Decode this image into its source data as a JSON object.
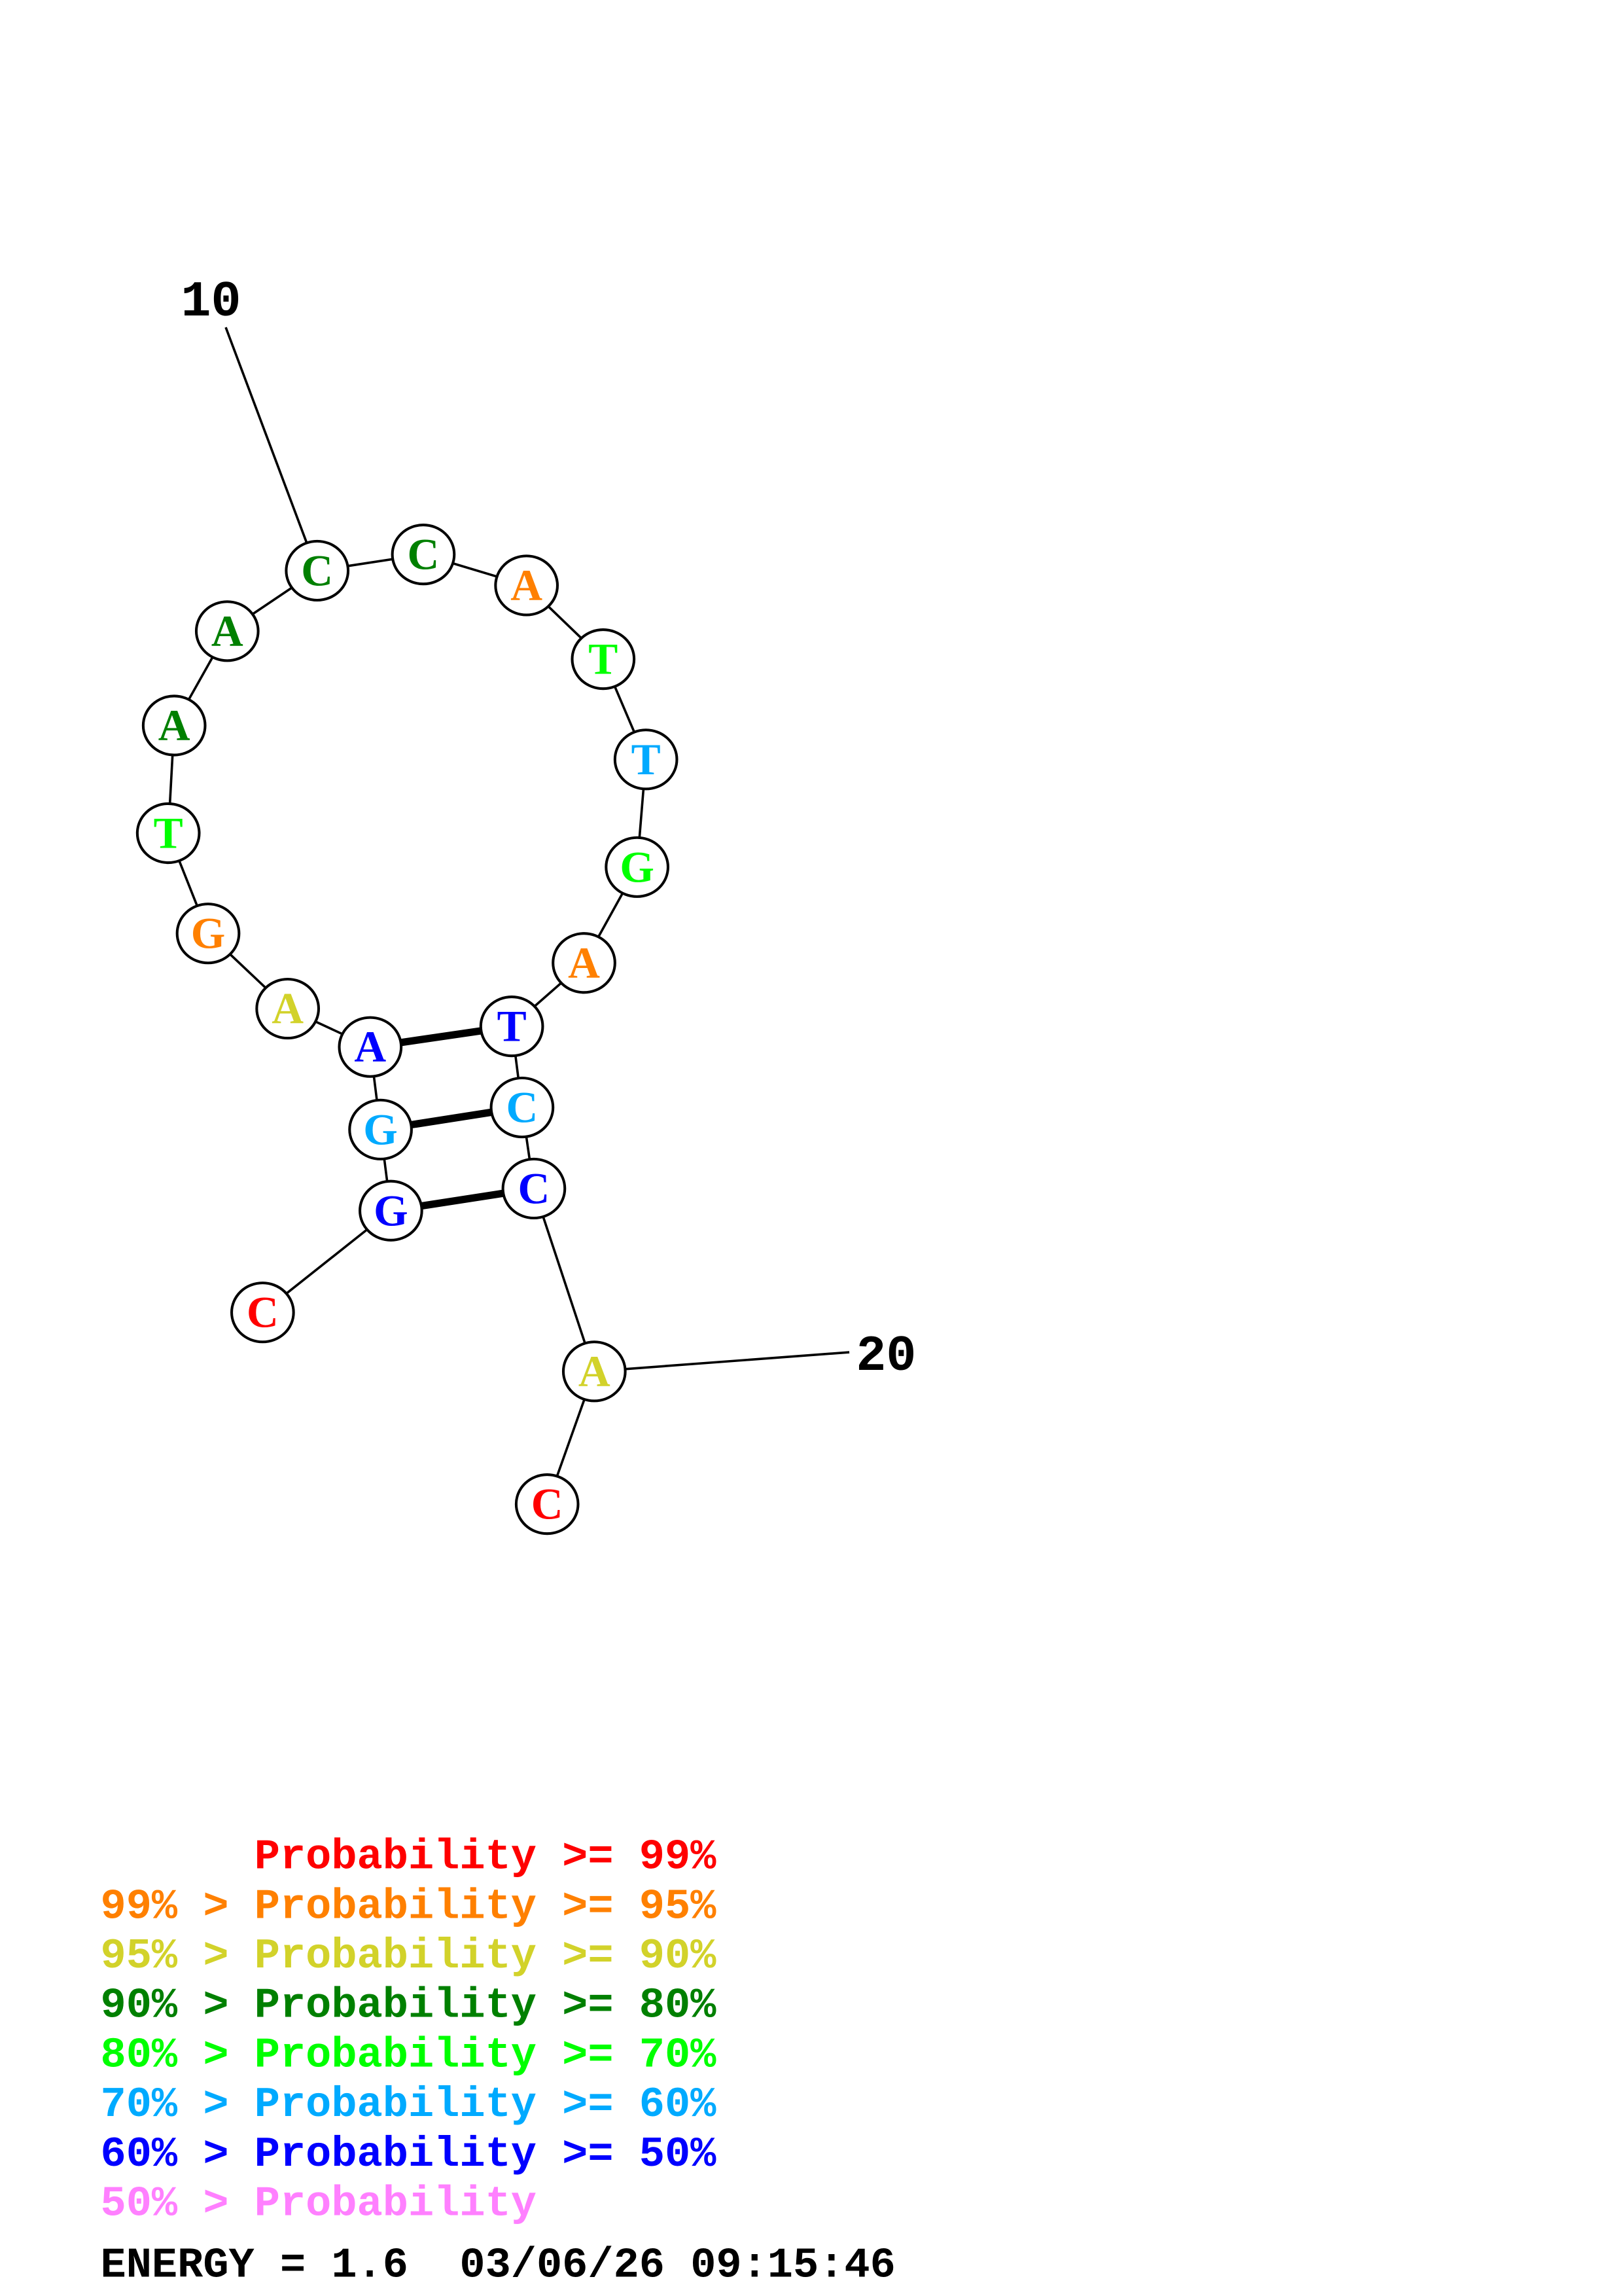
{
  "structure": {
    "sequence": [
      "C",
      "G",
      "G",
      "A",
      "A",
      "G",
      "T",
      "A",
      "A",
      "C",
      "C",
      "A",
      "T",
      "T",
      "G",
      "A",
      "T",
      "C",
      "C",
      "A",
      "C"
    ],
    "probability_bins": [
      "p99",
      "p50",
      "p60",
      "p50",
      "p90",
      "p95",
      "p70",
      "p80",
      "p80",
      "p80",
      "p80",
      "p95",
      "p70",
      "p60",
      "p70",
      "p95",
      "p50",
      "p60",
      "p50",
      "p90",
      "p99"
    ],
    "pairs": [
      [
        4,
        17
      ],
      [
        3,
        18
      ],
      [
        2,
        19
      ]
    ],
    "position_labels": [
      {
        "index": 10,
        "text": "10"
      },
      {
        "index": 20,
        "text": "20"
      }
    ]
  },
  "colors": {
    "p99": "#ff0000",
    "p95": "#ff8000",
    "p90": "#d2d22a",
    "p80": "#008000",
    "p70": "#00ff00",
    "p60": "#00aaff",
    "p50": "#0000ff",
    "low": "#ff80ff"
  },
  "legend": [
    {
      "text": "      Probability >= 99%",
      "bin": "p99"
    },
    {
      "text": "99% > Probability >= 95%",
      "bin": "p95"
    },
    {
      "text": "95% > Probability >= 90%",
      "bin": "p90"
    },
    {
      "text": "90% > Probability >= 80%",
      "bin": "p80"
    },
    {
      "text": "80% > Probability >= 70%",
      "bin": "p70"
    },
    {
      "text": "70% > Probability >= 60%",
      "bin": "p60"
    },
    {
      "text": "60% > Probability >= 50%",
      "bin": "p50"
    },
    {
      "text": "50% > Probability",
      "bin": "low"
    }
  ],
  "footer": {
    "energy": "ENERGY = 1.6  03/06/26 09:15:46"
  }
}
